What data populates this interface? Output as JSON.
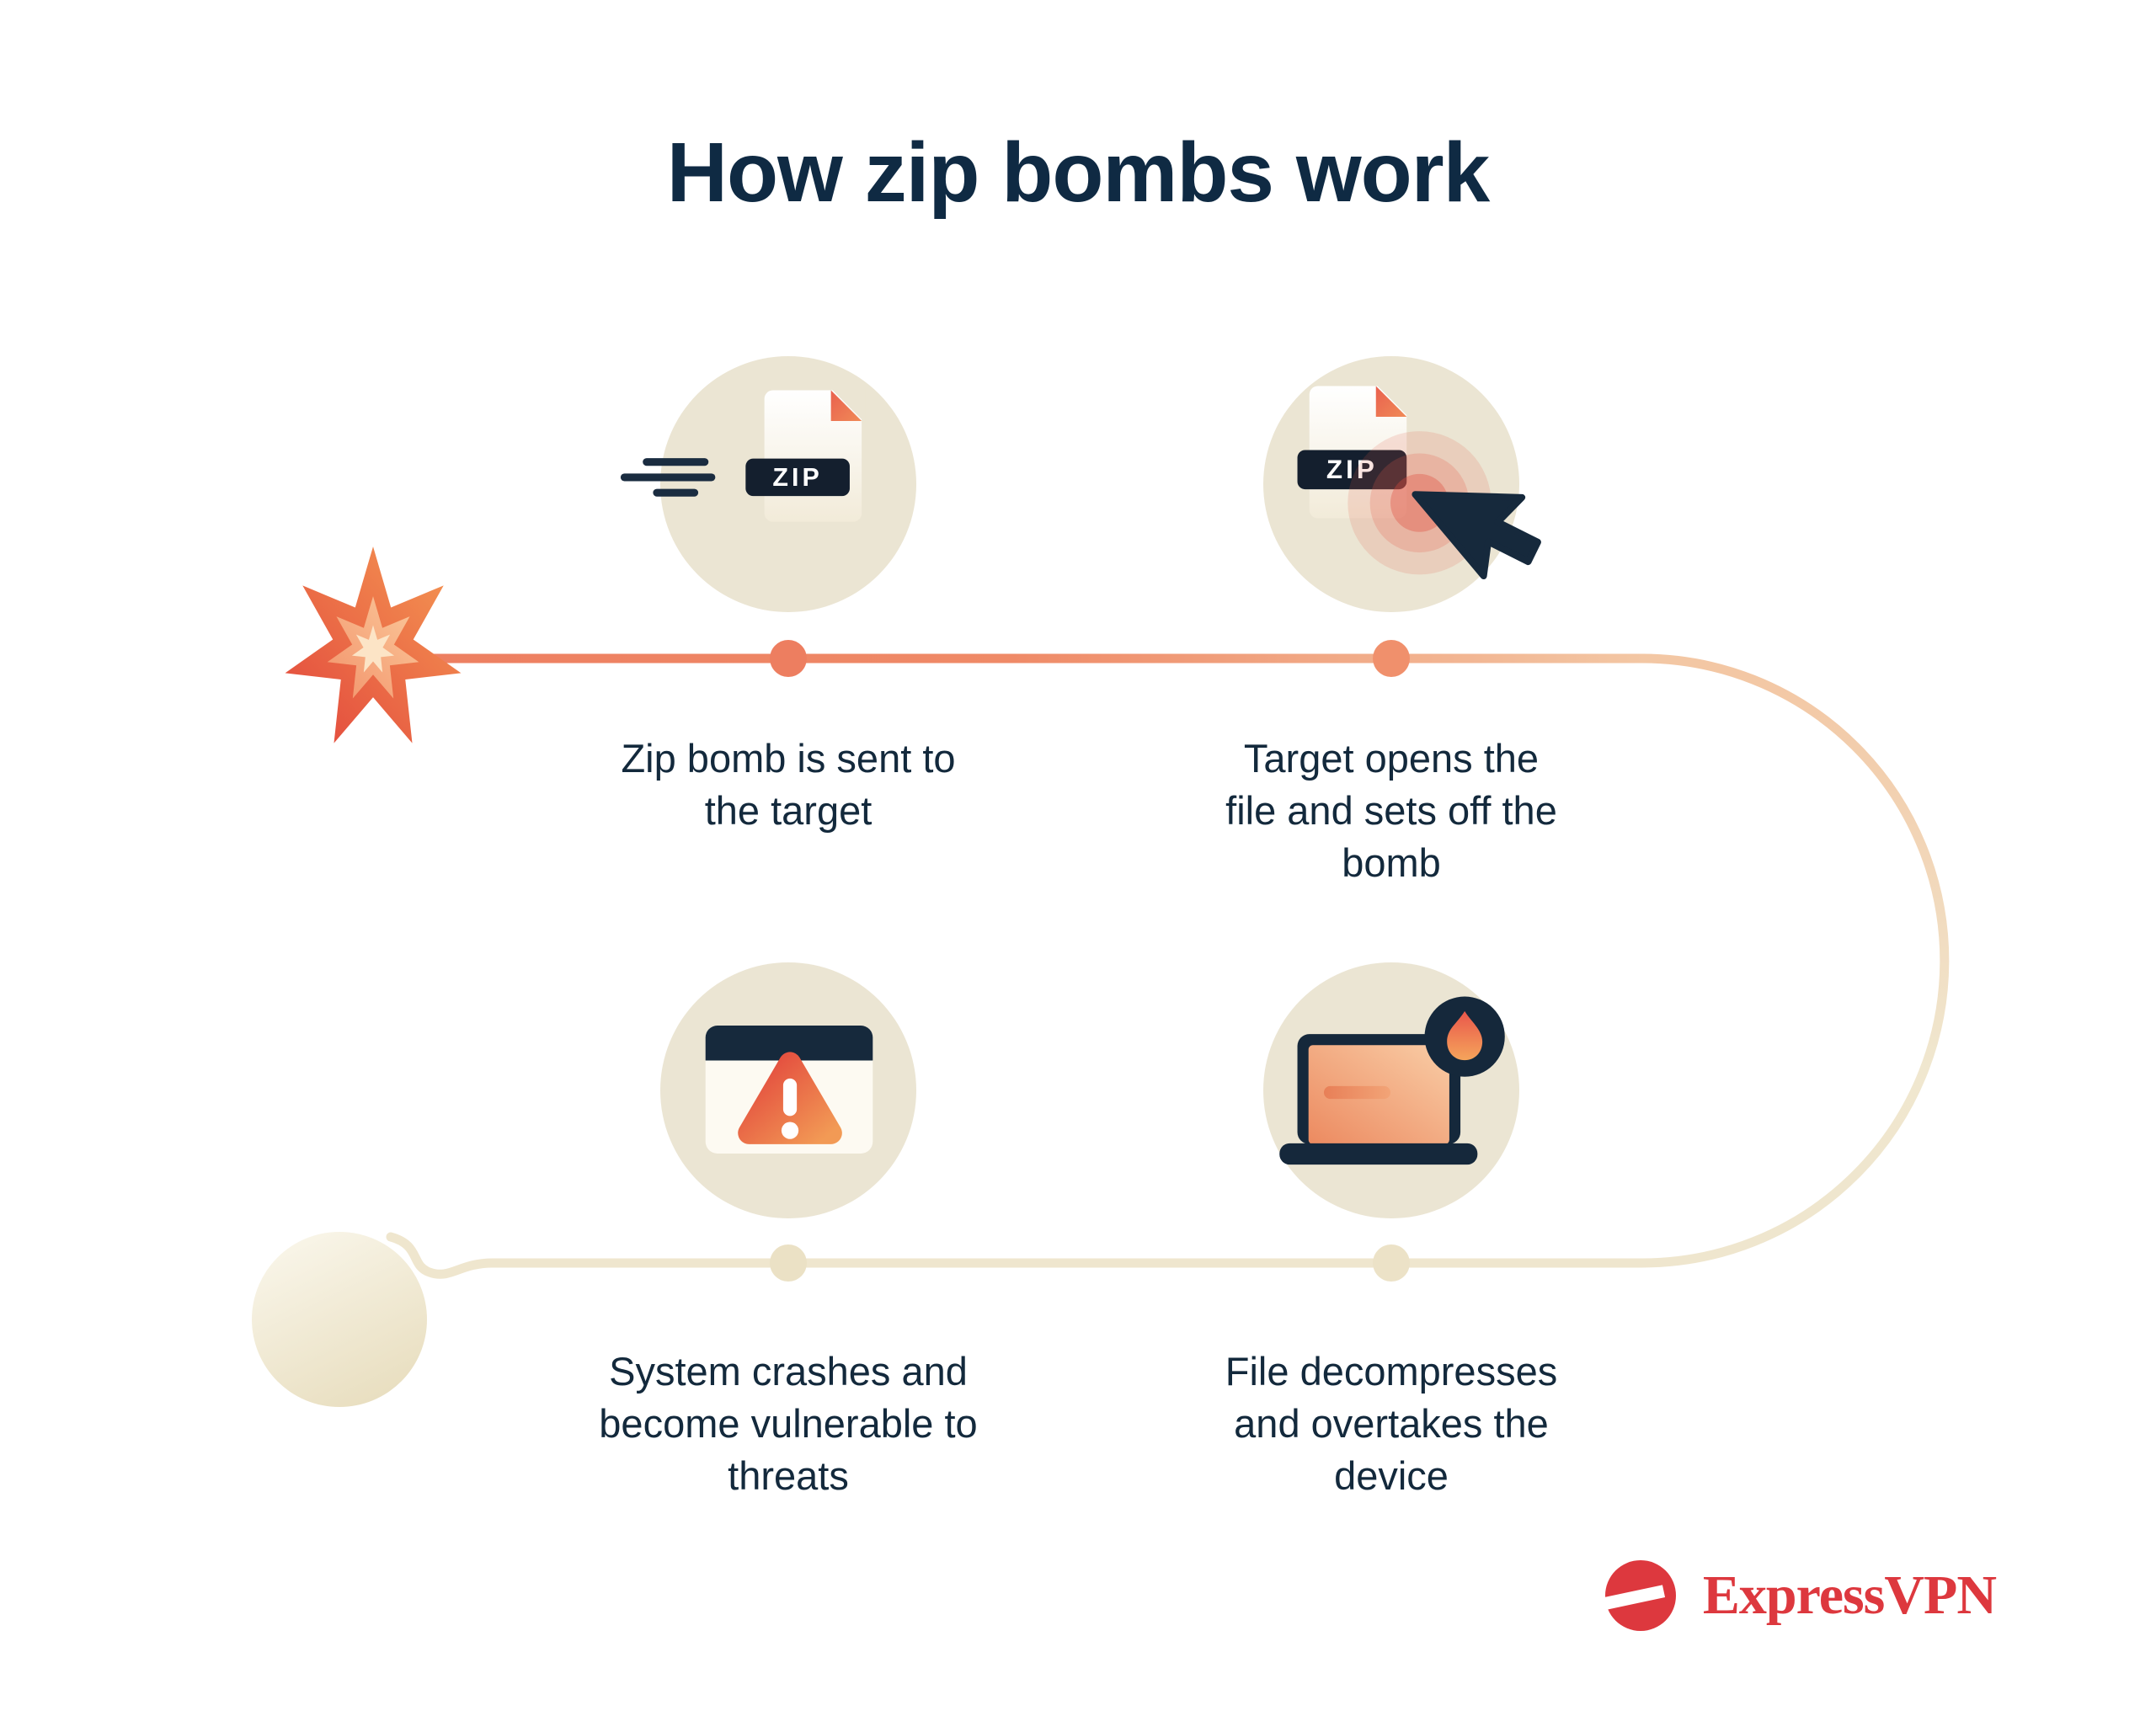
{
  "title": "How zip bombs work",
  "steps": [
    {
      "label": "Zip bomb is sent to\nthe target"
    },
    {
      "label": "Target opens the\nfile and sets off the\nbomb"
    },
    {
      "label": "File decompresses\nand overtakes the\ndevice"
    },
    {
      "label": "System crashes and\nbecome vulnerable to\nthreats"
    }
  ],
  "zip_label": "ZIP",
  "brand": {
    "name": "ExpressVPN"
  },
  "colors": {
    "navy": "#13293c",
    "title_navy": "#0f2a43",
    "line_orange": "#ed7e60",
    "line_cream": "#efe6ce",
    "circle_beige": "#ebe5d3",
    "brand_red": "#dd383e"
  }
}
